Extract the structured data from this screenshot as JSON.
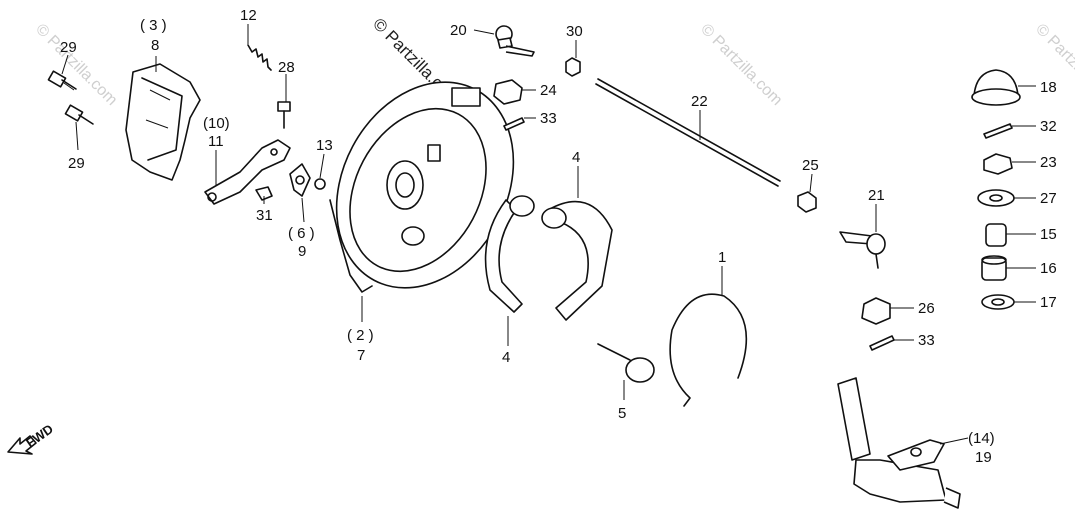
{
  "watermarks": [
    "© Partzilla.com",
    "© Partzilla.com",
    "© Partzilla.com",
    "© Partzilla.com"
  ],
  "direction_label": "FWD",
  "callouts": {
    "c29a": "29",
    "c29b": "29",
    "c8": "8",
    "c8p": "( 3 )",
    "c12": "12",
    "c28": "28",
    "c11": "11",
    "c11p": "(10)",
    "c31": "31",
    "c13": "13",
    "c9": "9",
    "c9p": "( 6 )",
    "c7": "7",
    "c7p": "( 2 )",
    "c20": "20",
    "c30": "30",
    "c24": "24",
    "c33a": "33",
    "c4a": "4",
    "c4b": "4",
    "c22": "22",
    "c25": "25",
    "c21": "21",
    "c1": "1",
    "c5": "5",
    "c18": "18",
    "c32": "32",
    "c23": "23",
    "c27": "27",
    "c15": "15",
    "c16": "16",
    "c17": "17",
    "c26": "26",
    "c33b": "33",
    "c19": "19",
    "c19p": "(14)"
  }
}
